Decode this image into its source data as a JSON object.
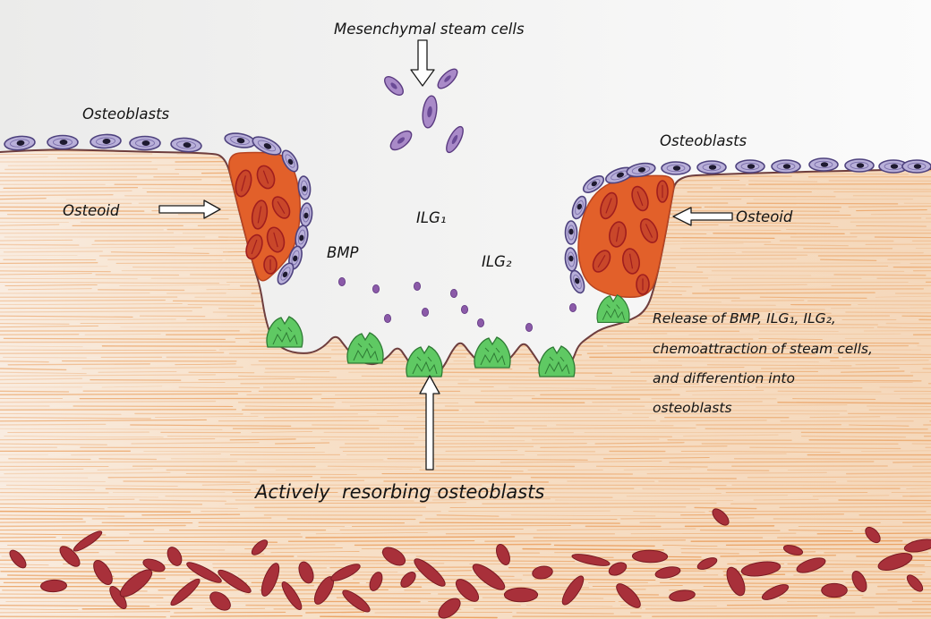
{
  "labels": {
    "mesenchymal": "Mesenchymal steam cells",
    "osteoblasts_left": "Osteoblasts",
    "osteoblasts_right": "Osteoblasts",
    "osteoid_left": "Osteoid",
    "osteoid_right": "Osteoid",
    "ilg1": "ILG₁",
    "bmp": "BMP",
    "ilg2": "ILG₂",
    "release": [
      "Release of BMP, ILG₁, ILG₂,",
      "chemoattraction of steam cells,",
      "and differention into",
      "osteoblasts"
    ],
    "resorbing": "Actively  resorbing osteoblasts"
  },
  "colors": {
    "bone": "#f6dcc2",
    "bone_fiber": "#e8954e",
    "osteoid": "#e2602a",
    "osteoid_outline": "#b84420",
    "osteocyte_outline": "#a01e1e",
    "osteoblast": "#b9b0d9",
    "osteoblast_outline": "#4e427e",
    "mesenchymal_cell": "#a98ac8",
    "signal_dot": "#8b5aa8",
    "osteoclast": "#5fc963",
    "osteoclast_outline": "#2e7a34",
    "red_blood_cell": "#a8303a",
    "surface_line": "#6e3e3e"
  }
}
